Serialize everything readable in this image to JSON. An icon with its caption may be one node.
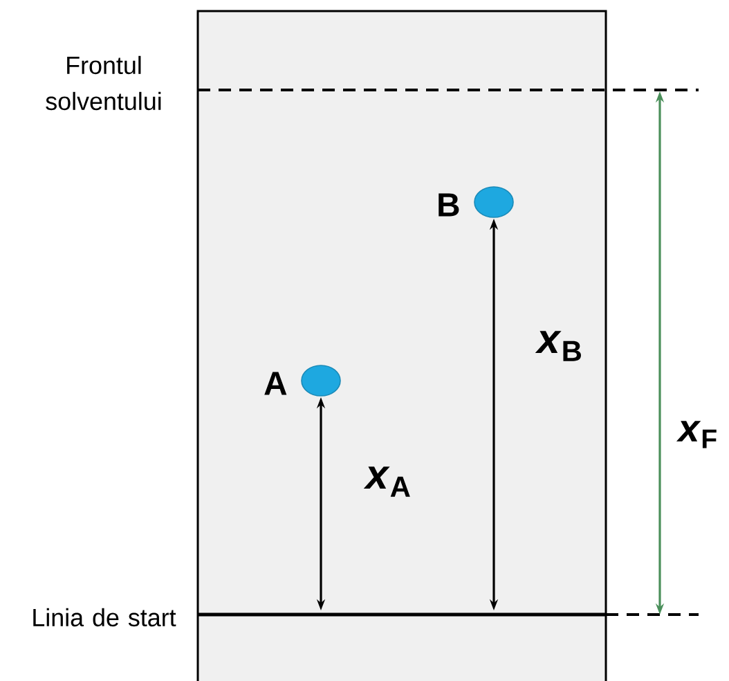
{
  "diagram": {
    "nodes": [
      {
        "text": [],
        "shape": "box"
      },
      {
        "text": [],
        "shape": "circle",
        "in": 0,
        "beside": [
          "A"
        ]
      },
      {
        "text": [],
        "shape": "circle",
        "in": 0,
        "beside": [
          "B"
        ]
      }
    ],
    "labels": [
      "Frontul solventului",
      "Linia de start",
      "*x*$_{B}$",
      "*x*$_{A}$",
      "*x*$_{F}$"
    ]
  }
}
